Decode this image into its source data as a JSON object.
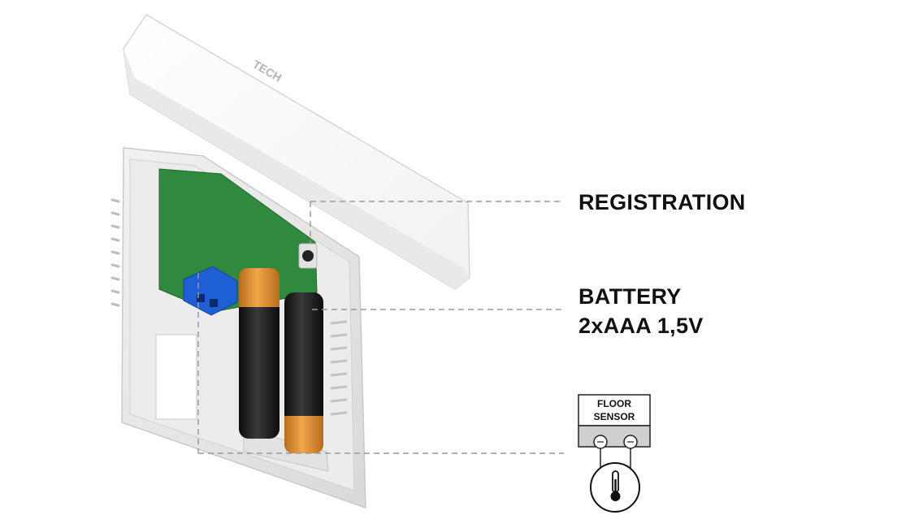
{
  "callouts": {
    "registration": "REGISTRATION",
    "battery": "BATTERY",
    "battery_spec": "2xAAA 1,5V"
  },
  "floor_sensor": {
    "line1": "FLOOR",
    "line2": "SENSOR"
  },
  "device": {
    "brand_mark": "TECH"
  },
  "colors": {
    "pcb": "#2f8a3e",
    "terminal": "#1f5fd6",
    "battery_band": "#d98a2c",
    "battery_body": "#1b1b1b",
    "housing": "#e7e7e7",
    "leader_line": "#9a9a9a"
  }
}
